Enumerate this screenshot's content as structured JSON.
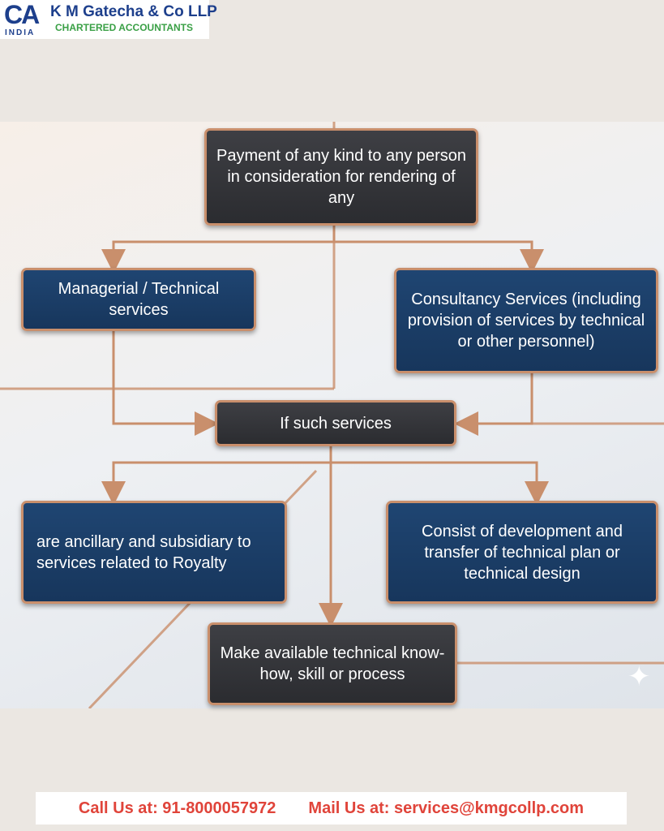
{
  "logo": {
    "mark": "CA",
    "country": "INDIA",
    "name": "K M Gatecha & Co LLP",
    "tagline": "CHARTERED ACCOUNTANTS"
  },
  "diagram": {
    "root": "Payment of any kind to any person in consideration for rendering of any",
    "left_service": "Managerial / Technical services",
    "right_service": "Consultancy Services (including provision of services by technical or other personnel)",
    "condition": "If such services",
    "outcome_left": "are ancillary and subsidiary to services related to Royalty",
    "outcome_right": "Consist of development and transfer of technical plan or technical design",
    "outcome_bottom": "Make available technical know-how, skill or process",
    "sparkle_icon": "✦"
  },
  "footer": {
    "call": "Call Us at: 91-8000057972",
    "mail": "Mail Us at: services@kmgcollp.com"
  },
  "colors": {
    "connector": "#c98f6c",
    "dark_box": "#2f3035",
    "blue_box": "#1a3a62",
    "footer_text": "#e0443a"
  }
}
